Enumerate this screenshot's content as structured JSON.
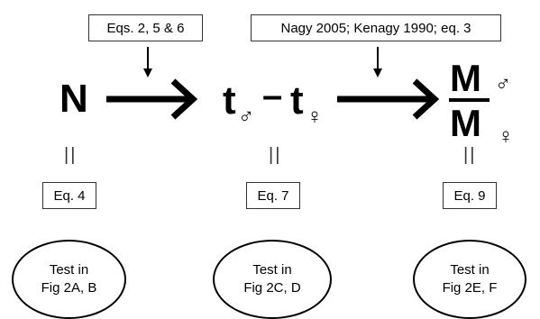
{
  "top_boxes": {
    "left": "Eqs. 2, 5 & 6",
    "right": "Nagy 2005; Kenagy 1990; eq. 3"
  },
  "terms": {
    "n": "N",
    "t1": "t",
    "minus": "–",
    "t2": "t",
    "m_num": "M",
    "m_den": "M",
    "male": "♂",
    "female": "♀"
  },
  "equals": {
    "left": "||",
    "middle": "||",
    "right": "||"
  },
  "eq_boxes": {
    "left": "Eq. 4",
    "middle": "Eq. 7",
    "right": "Eq. 9"
  },
  "tests": [
    {
      "line1": "Test in",
      "line2": "Fig 2A, B"
    },
    {
      "line1": "Test in",
      "line2": "Fig 2C, D"
    },
    {
      "line1": "Test in",
      "line2": "Fig 2E, F"
    }
  ]
}
